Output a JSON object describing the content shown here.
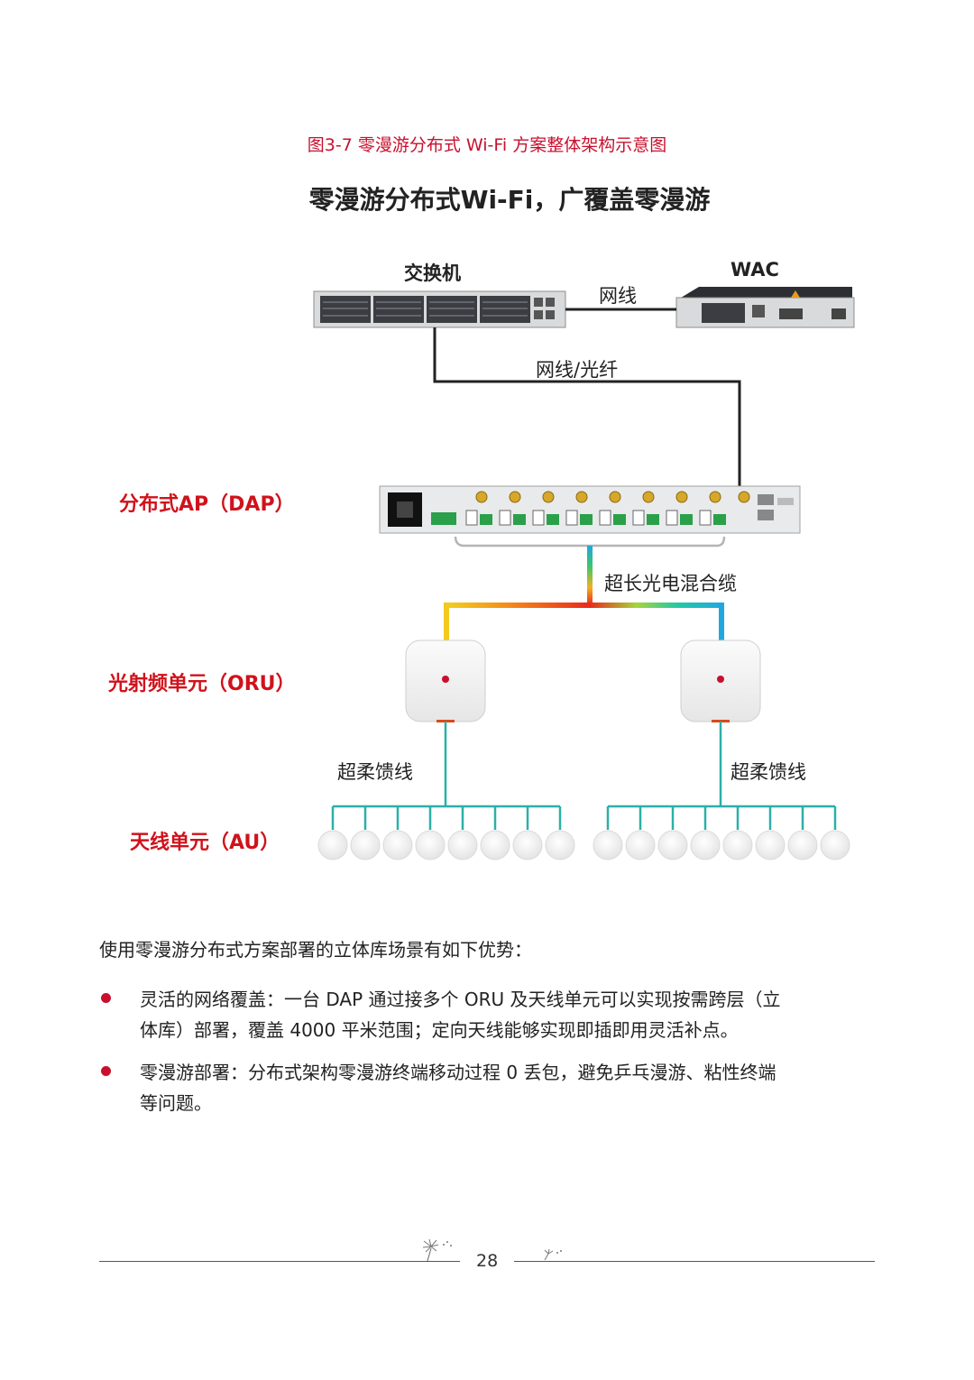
{
  "figure": {
    "caption": "图3-7 零漫游分布式 Wi-Fi 方案整体架构示意图",
    "title": "零漫游分布式Wi-Fi，广覆盖零漫游",
    "devices": {
      "switch": "交换机",
      "wac": "WAC"
    },
    "cables": {
      "switch_wac": "网线",
      "switch_dap": "网线/光纤",
      "dap_oru": "超长光电混合缆",
      "oru_au_left": "超柔馈线",
      "oru_au_right": "超柔馈线"
    },
    "layers": {
      "dap": "分布式AP（DAP）",
      "oru": "光射频单元（ORU）",
      "au": "天线单元（AU）"
    }
  },
  "body": {
    "intro": "使用零漫游分布式方案部署的立体库场景有如下优势：",
    "bullets": [
      {
        "line1": "灵活的网络覆盖：一台 DAP 通过接多个 ORU 及天线单元可以实现按需跨层（立",
        "line2": "体库）部署，覆盖 4000 平米范围；定向天线能够实现即插即用灵活补点。"
      },
      {
        "line1": "零漫游部署：分布式架构零漫游终端移动过程 0 丢包，避免乒乓漫游、粘性终端",
        "line2": "等问题。"
      }
    ]
  },
  "footer": {
    "page_number": "28"
  },
  "colors": {
    "accent_red": "#c8102e",
    "label_red": "#d0121b"
  }
}
